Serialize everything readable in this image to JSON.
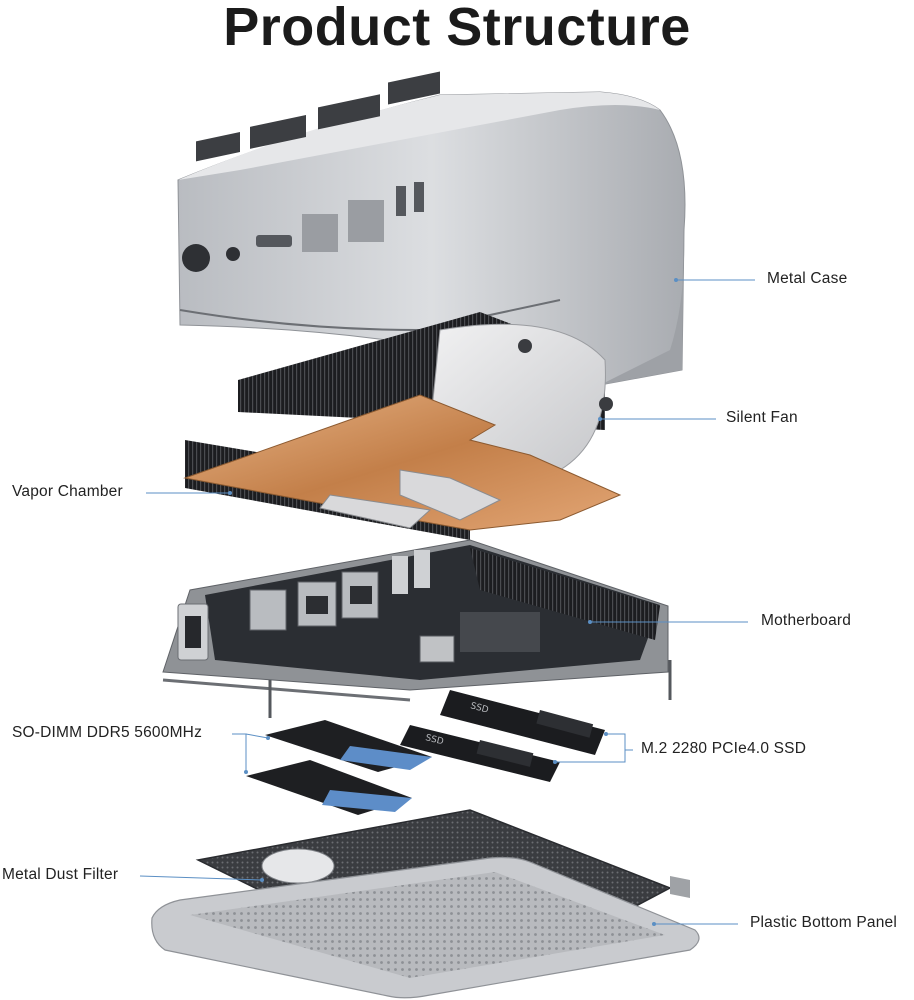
{
  "title": "Product Structure",
  "labels": {
    "metal_case": "Metal Case",
    "silent_fan": "Silent Fan",
    "vapor_chamber": "Vapor Chamber",
    "motherboard": "Motherboard",
    "ram": "SO-DIMM DDR5 5600MHz",
    "ssd": "M.2 2280 PCIe4.0 SSD",
    "dust_filter": "Metal Dust Filter",
    "bottom_panel": "Plastic Bottom Panel"
  },
  "colors": {
    "leader_line": "#5b8fc4",
    "case_metal": "#c9cbcf",
    "copper": "#c98a54",
    "board": "#2b2e33",
    "heatsink": "#1e1f22"
  }
}
